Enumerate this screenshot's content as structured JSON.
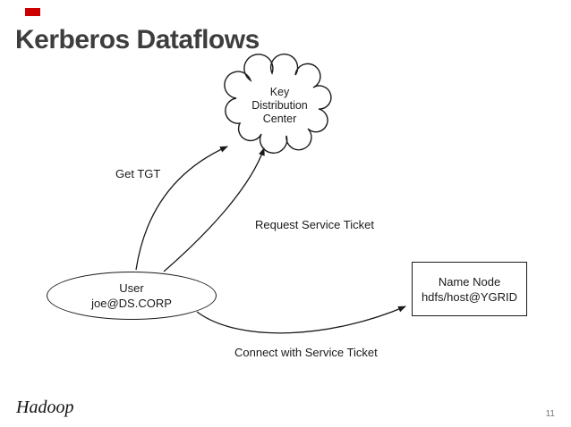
{
  "slide": {
    "title": "Kerberos Dataflows",
    "footer_logo": "Hadoop",
    "page_number": "11",
    "accent_color": "#cc0000"
  },
  "diagram": {
    "kdc": {
      "line1": "Key",
      "line2": "Distribution",
      "line3": "Center"
    },
    "user": {
      "line1": "User",
      "line2": "joe@DS.CORP"
    },
    "name_node": {
      "line1": "Name Node",
      "line2": "hdfs/host@YGRID"
    },
    "arrows": {
      "get_tgt": {
        "label": "Get TGT"
      },
      "request_service_ticket": {
        "label": "Request Service Ticket"
      },
      "connect_service_ticket": {
        "label": "Connect with Service Ticket"
      }
    }
  }
}
